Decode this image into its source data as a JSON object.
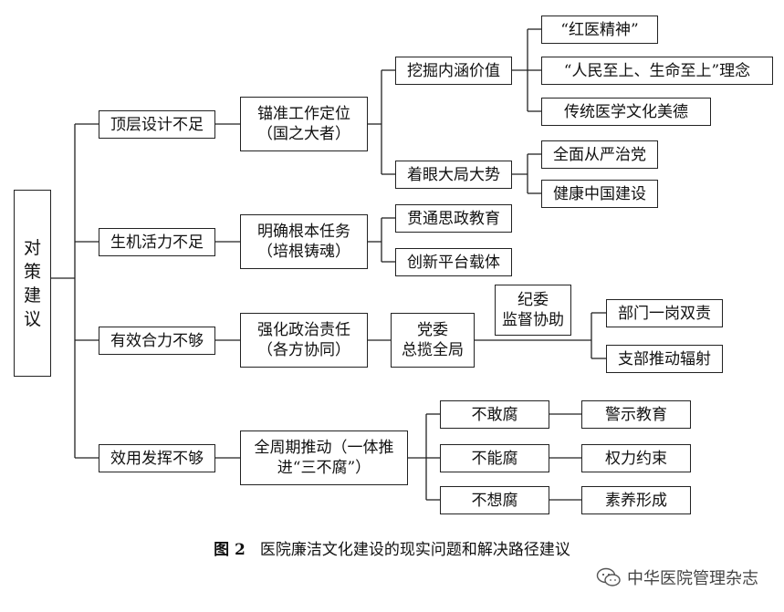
{
  "root": {
    "chars": [
      "对",
      "策",
      "建",
      "议"
    ]
  },
  "problems": {
    "p1": "顶层设计不足",
    "p2": "生机活力不足",
    "p3": "有效合力不够",
    "p4": "效用发挥不够"
  },
  "measures": {
    "m1": [
      "锚准工作定位",
      "（国之大者）"
    ],
    "m2": [
      "明确根本任务",
      "（培根铸魂）"
    ],
    "m3": [
      "强化政治责任",
      "（各方协同）"
    ],
    "m4": [
      "全周期推动（一体推",
      "进“三不腐”）"
    ]
  },
  "level3": {
    "a1": "挖掘内涵价值",
    "a2": "着眼大局大势",
    "b1": "贯通思政教育",
    "b2": "创新平台载体",
    "c1": [
      "党委",
      "总揽全局"
    ],
    "c2": [
      "纪委",
      "监督协助"
    ],
    "d1": "不敢腐",
    "d2": "不能腐",
    "d3": "不想腐"
  },
  "level4": {
    "a1a": "“红医精神”",
    "a1b": "“人民至上、生命至上”理念",
    "a1c": "传统医学文化美德",
    "a2a": "全面从严治党",
    "a2b": "健康中国建设",
    "c1a": "部门一岗双责",
    "c1b": "支部推动辐射",
    "d1a": "警示教育",
    "d2a": "权力约束",
    "d3a": "素养形成"
  },
  "caption": {
    "fig": "图 2",
    "text": "医院廉洁文化建设的现实问题和解决路径建议"
  },
  "watermark": {
    "text": "中华医院管理杂志",
    "icon": "wechat-icon"
  }
}
